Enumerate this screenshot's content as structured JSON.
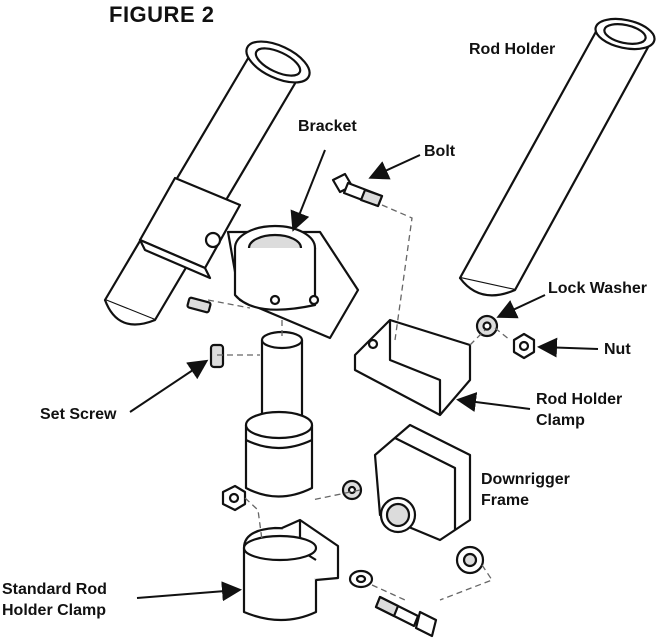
{
  "figure": {
    "title": "FIGURE 2"
  },
  "labels": {
    "rod_holder": "Rod Holder",
    "bracket": "Bracket",
    "bolt": "Bolt",
    "lock_washer": "Lock Washer",
    "nut": "Nut",
    "rod_holder_clamp_line1": "Rod Holder",
    "rod_holder_clamp_line2": "Clamp",
    "set_screw": "Set Screw",
    "downrigger_frame_line1": "Downrigger",
    "downrigger_frame_line2": "Frame",
    "standard_clamp_line1": "Standard Rod",
    "standard_clamp_line2": "Holder Clamp"
  }
}
